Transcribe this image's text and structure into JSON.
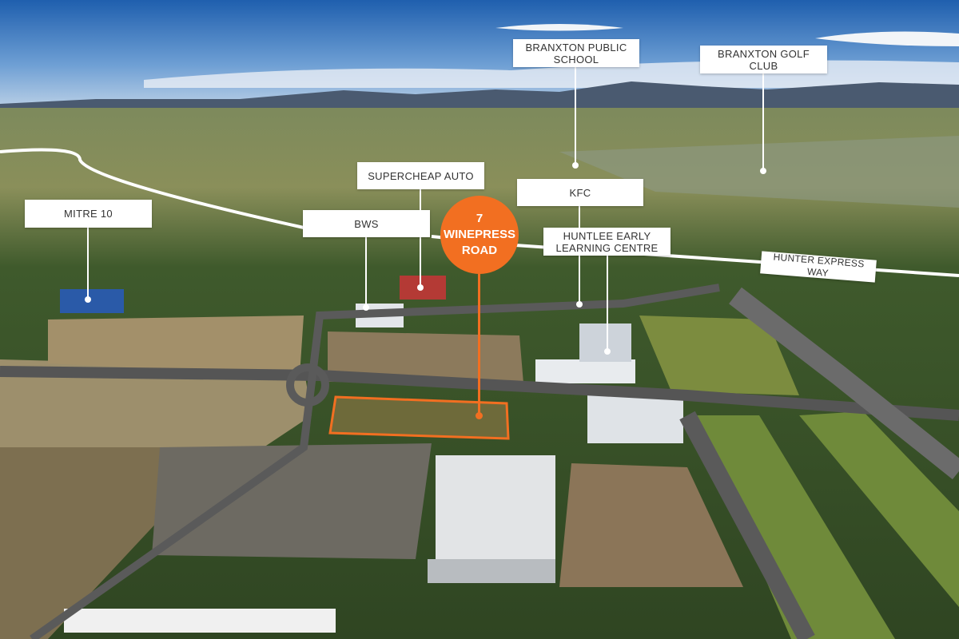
{
  "site": {
    "number": "7",
    "line1": "WINEPRESS",
    "line2": "ROAD",
    "accent": "#f26f21"
  },
  "labels": {
    "branxton_public_school": [
      "BRANXTON PUBLIC",
      "SCHOOL"
    ],
    "branxton_golf_club": [
      "BRANXTON GOLF",
      "CLUB"
    ],
    "supercheap_auto": "SUPERCHEAP AUTO",
    "kfc": "KFC",
    "huntlee_early_learning": [
      "HUNTLEE EARLY",
      "LEARNING CENTRE"
    ],
    "bws": "BWS",
    "mitre_10": "MITRE 10",
    "hunter_express_way": "HUNTER EXPRESS WAY"
  }
}
